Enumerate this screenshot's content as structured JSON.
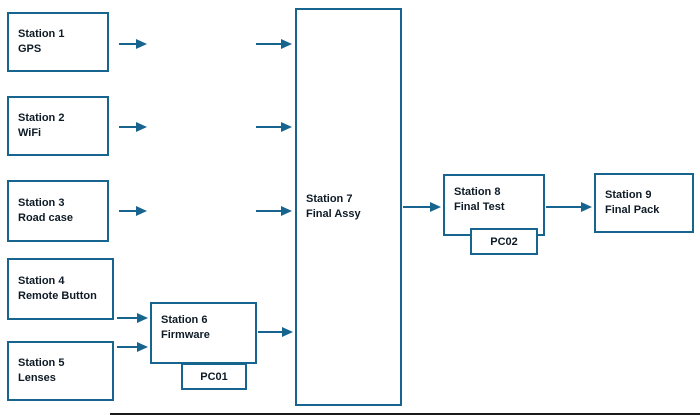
{
  "colors": {
    "box_border": "#17648F",
    "arrow": "#17648F",
    "text": "#0E1B26",
    "background": "#FFFFFF"
  },
  "nodes": {
    "station1": {
      "line1": "Station 1",
      "line2": "GPS"
    },
    "station2": {
      "line1": "Station 2",
      "line2": "WiFi"
    },
    "station3": {
      "line1": "Station 3",
      "line2": "Road case"
    },
    "station4": {
      "line1": "Station 4",
      "line2": "Remote Button"
    },
    "station5": {
      "line1": "Station 5",
      "line2": "Lenses"
    },
    "station6": {
      "line1": "Station 6",
      "line2": "Firmware"
    },
    "station7": {
      "line1": "Station 7",
      "line2": "Final Assy"
    },
    "station8": {
      "line1": "Station 8",
      "line2": "Final Test"
    },
    "station9": {
      "line1": "Station 9",
      "line2": "Final Pack"
    },
    "pc01": {
      "label": "PC01"
    },
    "pc02": {
      "label": "PC02"
    }
  },
  "edges": [
    {
      "from": "Station 1",
      "to": "Station 7"
    },
    {
      "from": "Station 2",
      "to": "Station 7"
    },
    {
      "from": "Station 3",
      "to": "Station 7"
    },
    {
      "from": "Station 4",
      "to": "Station 6"
    },
    {
      "from": "Station 5",
      "to": "Station 6"
    },
    {
      "from": "Station 6",
      "to": "Station 7"
    },
    {
      "from": "Station 7",
      "to": "Station 8"
    },
    {
      "from": "Station 8",
      "to": "Station 9"
    }
  ]
}
